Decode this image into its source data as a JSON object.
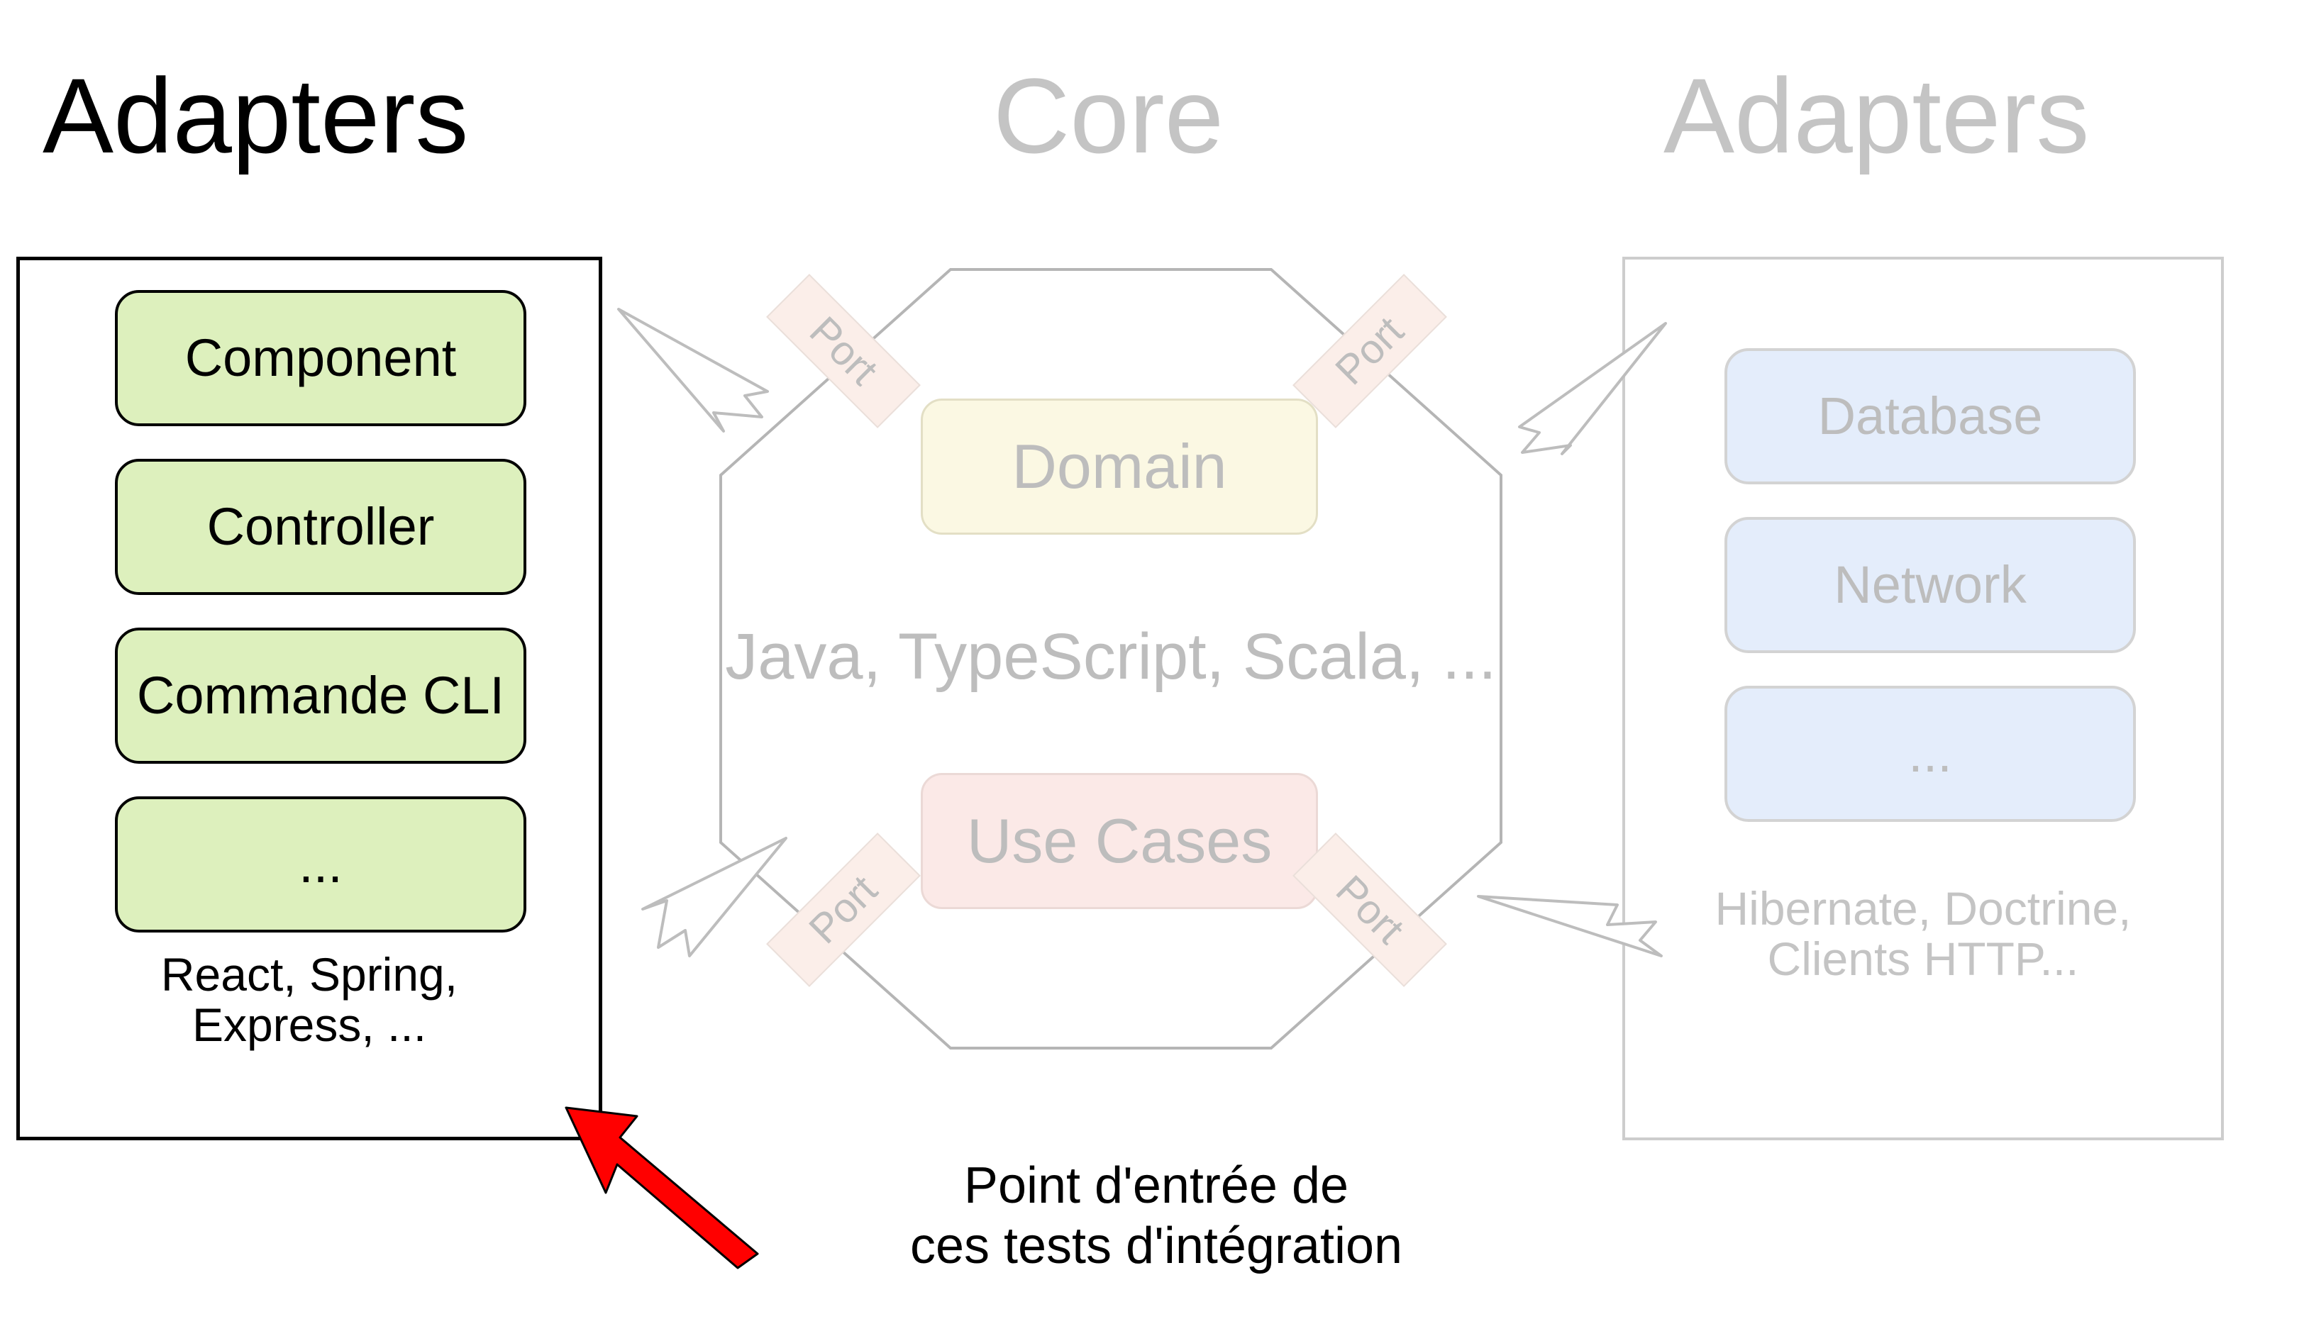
{
  "titles": {
    "left": "Adapters",
    "core": "Core",
    "right": "Adapters"
  },
  "left_adapter": {
    "items": [
      {
        "label": "Component"
      },
      {
        "label": "Controller"
      },
      {
        "label": "Commande CLI"
      },
      {
        "label": "..."
      }
    ],
    "caption": "React, Spring,\nExpress, ..."
  },
  "core": {
    "domain_label": "Domain",
    "use_cases_label": "Use Cases",
    "languages": "Java, TypeScript, Scala, ...",
    "ports": [
      {
        "label": "Port",
        "position": "top-left"
      },
      {
        "label": "Port",
        "position": "top-right"
      },
      {
        "label": "Port",
        "position": "bottom-left"
      },
      {
        "label": "Port",
        "position": "bottom-right"
      }
    ]
  },
  "right_adapter": {
    "items": [
      {
        "label": "Database"
      },
      {
        "label": "Network"
      },
      {
        "label": "..."
      }
    ],
    "caption": "Hibernate, Doctrine,\nClients HTTP..."
  },
  "callout": {
    "text": "Point d'entrée de\nces tests d'intégration",
    "arrow_color": "#ff0000"
  },
  "colors": {
    "left_chip_fill": "#ddf0bd",
    "left_chip_stroke": "#000000",
    "right_chip_fill": "#e4edfb",
    "right_chip_stroke": "#d3d3d3",
    "domain_fill": "#fbf8e3",
    "use_cases_fill": "#fbe9e7",
    "port_fill": "#fbeee9",
    "muted_text": "#bdbdbd",
    "octagon_stroke": "#b5b5b5",
    "arrow_stroke": "#bdbdbd",
    "red": "#ff0000"
  }
}
